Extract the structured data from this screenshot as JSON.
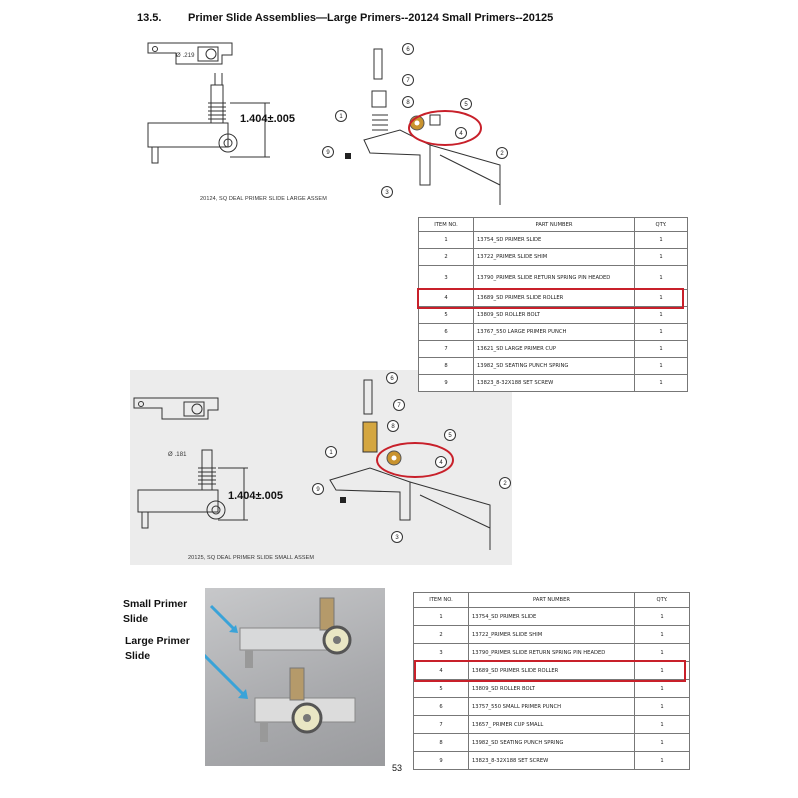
{
  "header": {
    "section_number": "13.5.",
    "title": "Primer Slide Assemblies—Large Primers--20124   Small Primers--20125"
  },
  "large_assembly": {
    "caption": "20124, SQ DEAL PRIMER SLIDE LARGE ASSEM",
    "diameter_label": "Ø .219",
    "dimension_label": "1.404±.005",
    "balloons": [
      "1",
      "2",
      "3",
      "4",
      "5",
      "6",
      "7",
      "8",
      "9"
    ]
  },
  "small_assembly": {
    "caption": "20125, SQ DEAL PRIMER SLIDE SMALL ASSEM",
    "diameter_label": "Ø .181",
    "dimension_label": "1.404±.005",
    "balloons": [
      "1",
      "2",
      "3",
      "4",
      "5",
      "6",
      "7",
      "8",
      "9"
    ]
  },
  "table_large": {
    "headers": [
      "ITEM NO.",
      "PART NUMBER",
      "QTY."
    ],
    "rows": [
      [
        "1",
        "13754_SD PRIMER SLIDE",
        "1"
      ],
      [
        "2",
        "13722_PRIMER SLIDE SHIM",
        "1"
      ],
      [
        "3",
        "13790_PRIMER SLIDE RETURN SPRING PIN HEADED",
        "1"
      ],
      [
        "4",
        "13689_SD PRIMER SLIDE ROLLER",
        "1"
      ],
      [
        "5",
        "13809_SD ROLLER BOLT",
        "1"
      ],
      [
        "6",
        "13767_550 LARGE PRIMER PUNCH",
        "1"
      ],
      [
        "7",
        "13621_SD LARGE PRIMER CUP",
        "1"
      ],
      [
        "8",
        "13982_SD SEATING PUNCH SPRING",
        "1"
      ],
      [
        "9",
        "13823_8-32X188 SET SCREW",
        "1"
      ]
    ],
    "highlighted_item": "4"
  },
  "table_small": {
    "headers": [
      "ITEM NO.",
      "PART NUMBER",
      "QTY."
    ],
    "rows": [
      [
        "1",
        "13754_SD PRIMER SLIDE",
        "1"
      ],
      [
        "2",
        "13722_PRIMER SLIDE SHIM",
        "1"
      ],
      [
        "3",
        "13790_PRIMER SLIDE RETURN SPRING PIN HEADED",
        "1"
      ],
      [
        "4",
        "13689_SD PRIMER SLIDE ROLLER",
        "1"
      ],
      [
        "5",
        "13809_SD ROLLER BOLT",
        "1"
      ],
      [
        "6",
        "13757_550 SMALL PRIMER PUNCH",
        "1"
      ],
      [
        "7",
        "13657_ PRIMER CUP SMALL",
        "1"
      ],
      [
        "8",
        "13982_SD SEATING PUNCH SPRING",
        "1"
      ],
      [
        "9",
        "13823_8-32X188 SET SCREW",
        "1"
      ]
    ],
    "highlighted_item": "4"
  },
  "photo": {
    "label_small": "Small Primer Slide",
    "label_large": "Large Primer Slide"
  },
  "footer": {
    "page_number": "53"
  },
  "colors": {
    "highlight": "#c8202a",
    "annotation_arrow": "#3aa3d8",
    "roller": "#c9932e"
  }
}
